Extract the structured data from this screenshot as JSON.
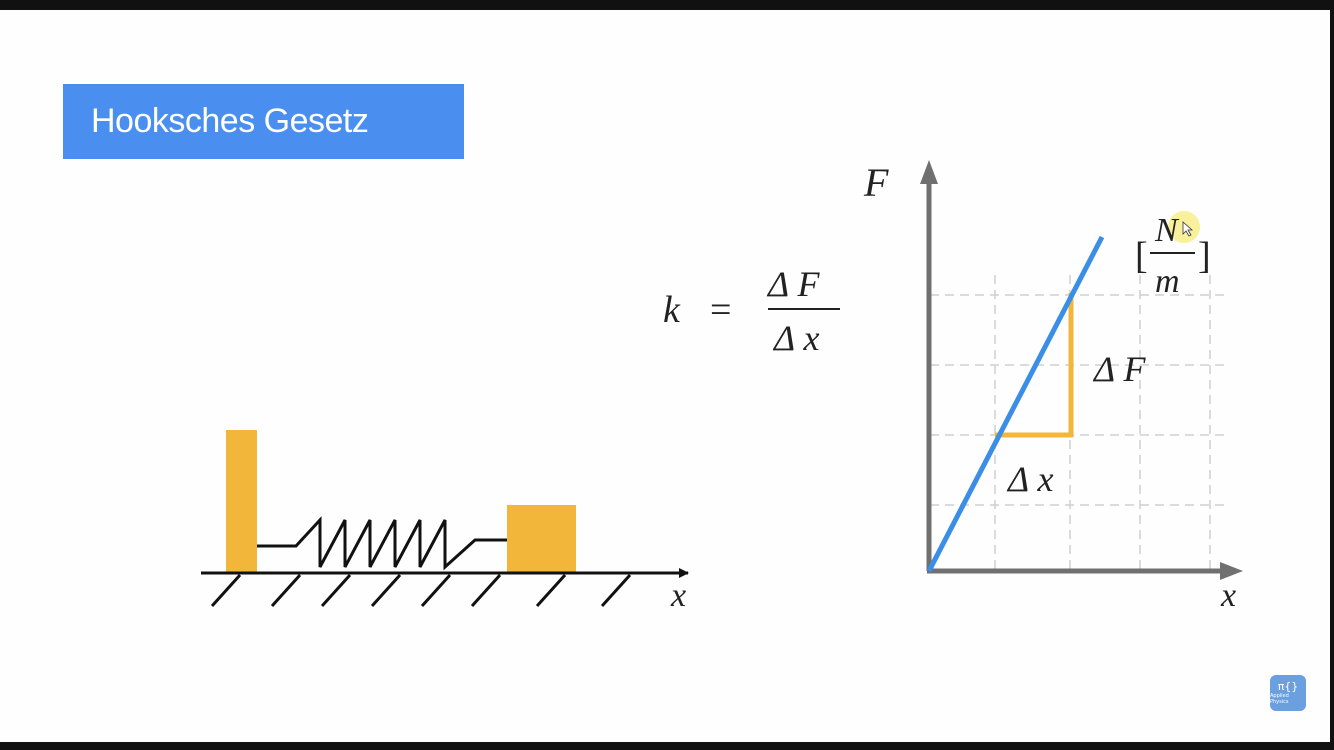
{
  "title": "Hooksches Gesetz",
  "formula": {
    "k": "k",
    "equals": "=",
    "numerator": "Δ F",
    "denominator": "Δ x"
  },
  "spring_diagram": {
    "axis_label": "x"
  },
  "graph": {
    "y_axis_label": "F",
    "x_axis_label": "x",
    "delta_f_label": "Δ F",
    "delta_x_label": "Δ x",
    "unit": {
      "bracket_open": "[",
      "numerator": "N",
      "denominator": "m",
      "bracket_close": "]"
    }
  },
  "colors": {
    "title_bg": "#4a8fef",
    "line": "#3b8ee8",
    "highlight": "#f2b63a",
    "axis": "#707070"
  },
  "logo": {
    "mark": "π{}",
    "text": "Applied Physics"
  }
}
